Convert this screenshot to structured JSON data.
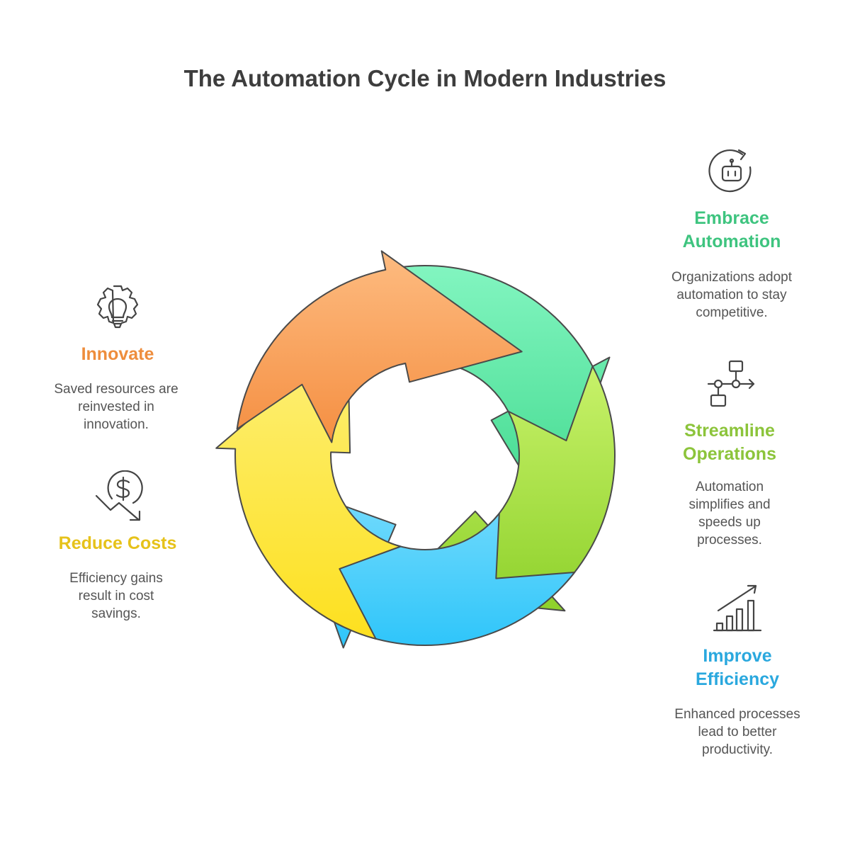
{
  "title": "The Automation Cycle in Modern Industries",
  "steps": [
    {
      "id": "embrace",
      "label": "Embrace Automation",
      "label_lines": [
        "Embrace",
        "Automation"
      ],
      "desc_lines": [
        "Organizations adopt",
        "automation to stay",
        "competitive."
      ],
      "color": "#3ec47f",
      "icon": "robot-cycle-icon"
    },
    {
      "id": "streamline",
      "label": "Streamline Operations",
      "label_lines": [
        "Streamline",
        "Operations"
      ],
      "desc_lines": [
        "Automation",
        "simplifies and",
        "speeds up",
        "processes."
      ],
      "color": "#8cc43b",
      "icon": "flowchart-icon"
    },
    {
      "id": "efficiency",
      "label": "Improve Efficiency",
      "label_lines": [
        "Improve",
        "Efficiency"
      ],
      "desc_lines": [
        "Enhanced processes",
        "lead to better",
        "productivity."
      ],
      "color": "#2aa8de",
      "icon": "growth-chart-icon"
    },
    {
      "id": "costs",
      "label": "Reduce Costs",
      "label_lines": [
        "Reduce Costs"
      ],
      "desc_lines": [
        "Efficiency gains",
        "result in cost",
        "savings."
      ],
      "color": "#e6c21a",
      "icon": "dollar-down-icon"
    },
    {
      "id": "innovate",
      "label": "Innovate",
      "label_lines": [
        "Innovate"
      ],
      "desc_lines": [
        "Saved resources are",
        "reinvested in",
        "innovation."
      ],
      "color": "#ee8d3c",
      "icon": "gear-bulb-icon"
    }
  ],
  "arrow_colors": {
    "green_top": "#82f5c0",
    "green_bottom": "#3fd88c",
    "lime_top": "#c8f26a",
    "lime_bottom": "#8ed12b",
    "blue_top": "#78dcfc",
    "blue_bottom": "#2ec5fa",
    "yellow_top": "#fdf07a",
    "yellow_bottom": "#fde01f",
    "orange_top": "#fdbb80",
    "orange_bottom": "#f58f42"
  }
}
